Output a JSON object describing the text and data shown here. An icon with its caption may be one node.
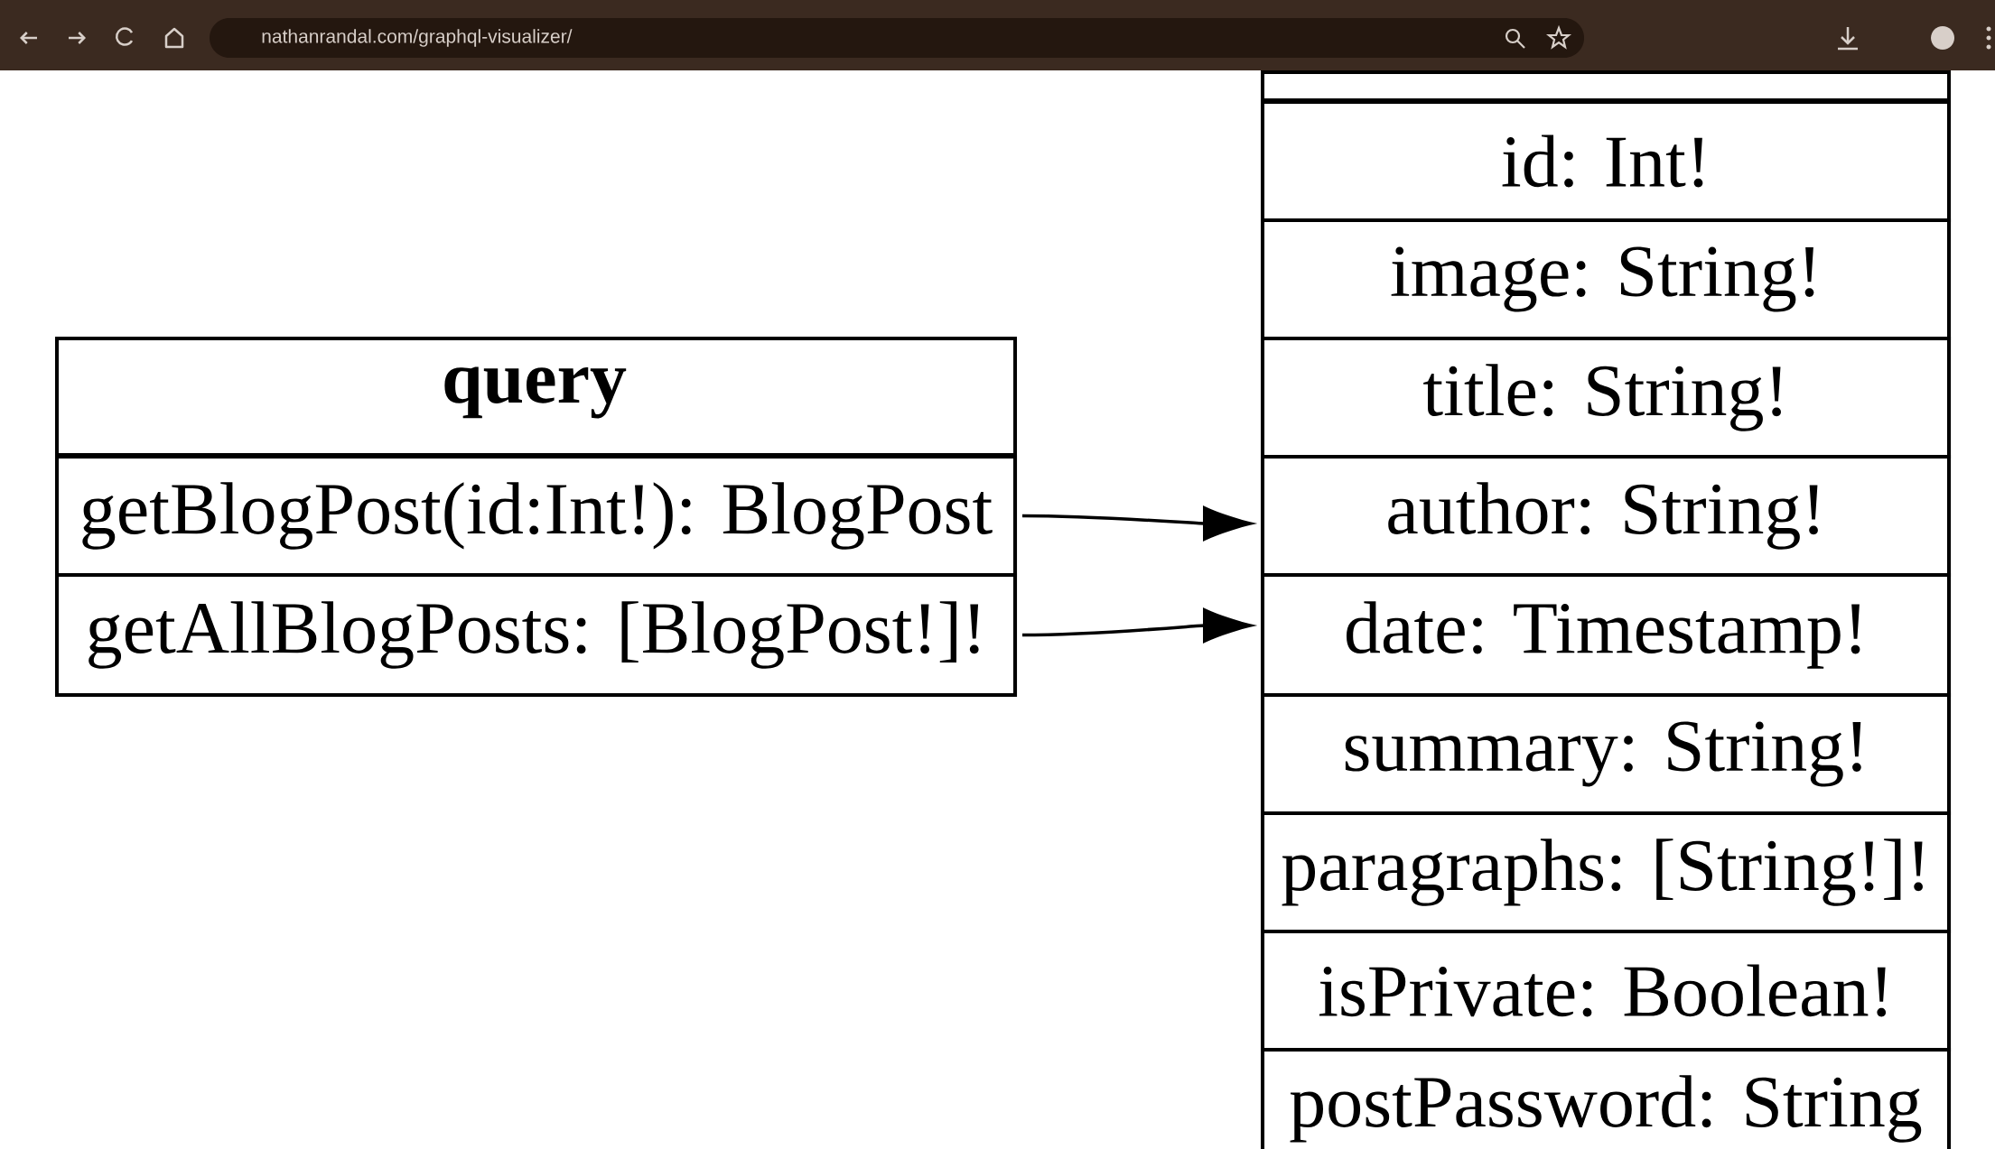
{
  "diagram": {
    "nodes": [
      {
        "text": [
          "query"
        ]
      },
      {
        "text": [
          "getBlogPost(id:Int!): BlogPost"
        ],
        "in": 0
      },
      {
        "text": [
          "getAllBlogPosts: [BlogPost!]!"
        ],
        "in": 0
      },
      {
        "text": [],
        "shape": "box"
      },
      {
        "text": [
          "id: Int!"
        ],
        "in": 3
      },
      {
        "text": [
          "image: String!"
        ],
        "in": 3
      },
      {
        "text": [
          "title: String!"
        ],
        "in": 3
      },
      {
        "text": [
          "author: String!"
        ],
        "in": 3
      },
      {
        "text": [
          "date: Timestamp!"
        ],
        "in": 3
      },
      {
        "text": [
          "summary: String!"
        ],
        "in": 3
      },
      {
        "text": [
          "paragraphs: [String!]!"
        ],
        "in": 3
      },
      {
        "text": [
          "isPrivate: Boolean!"
        ],
        "in": 3
      },
      {
        "text": [
          "postPassword: String"
        ],
        "in": 3
      }
    ],
    "edges": [
      {
        "from": 1,
        "to": 3,
        "arrow": "to"
      },
      {
        "from": 2,
        "to": 3,
        "arrow": "to"
      }
    ],
    "labels": [
      "nathanrandal.com/graphql-visualizer/"
    ]
  }
}
